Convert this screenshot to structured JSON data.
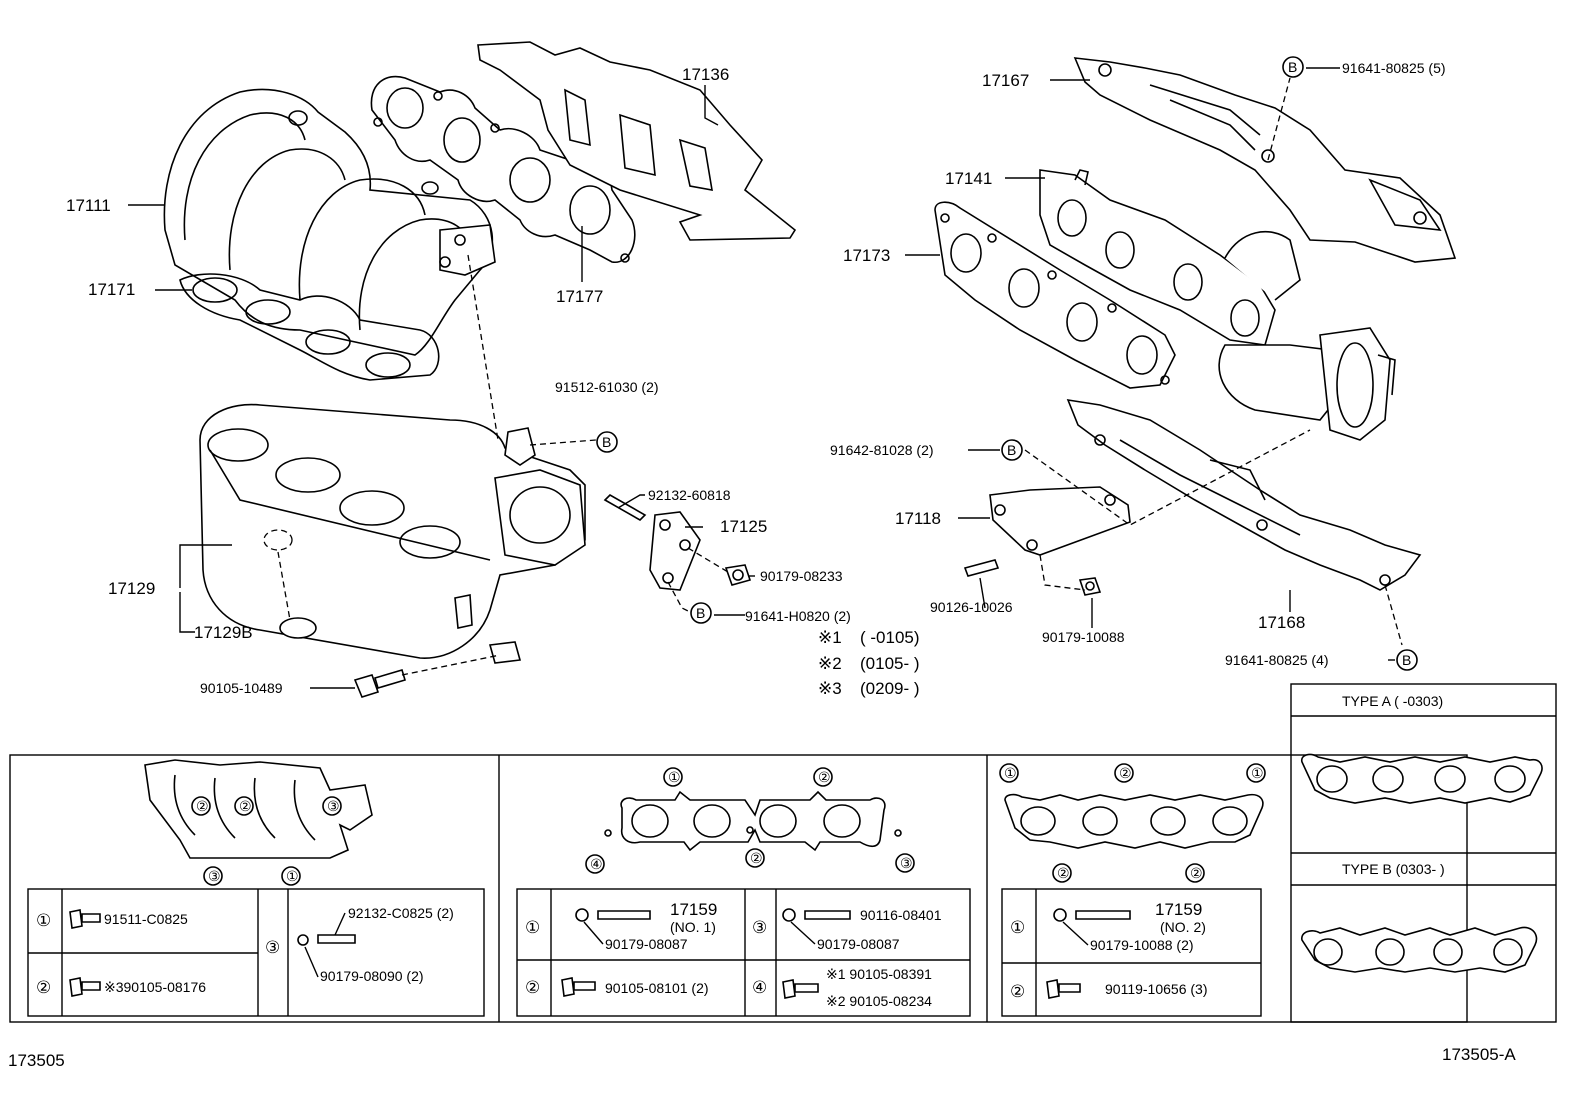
{
  "parts": {
    "p17111": "17111",
    "p17171": "17171",
    "p17136": "17136",
    "p17177": "17177",
    "p17167": "17167",
    "p17141": "17141",
    "p17173": "17173",
    "p17129": "17129",
    "p17129B": "17129B",
    "p17125": "17125",
    "p17118": "17118",
    "p17168": "17168",
    "b91512": "91512-61030 (2)",
    "b92132": "92132-60818",
    "b90179_08233": "90179-08233",
    "b91641_H0820": "91641-H0820 (2)",
    "b91642": "91642-81028 (2)",
    "b90126": "90126-10026",
    "b90179_10088": "90179-10088",
    "b91641_80825_5": "91641-80825 (5)",
    "b91641_80825_4": "91641-80825 (4)",
    "b90105_10489": "90105-10489"
  },
  "marker_letter": "B",
  "notes": [
    {
      "mark": "※1",
      "range": "(        -0105)"
    },
    {
      "mark": "※2",
      "range": "(0105-        )"
    },
    {
      "mark": "※3",
      "range": "(0209-        )"
    }
  ],
  "circled": [
    "①",
    "②",
    "③",
    "④"
  ],
  "panel1": {
    "r1_part": "91511-C0825",
    "r2_part": "※390105-08176",
    "r3_part_a": "92132-C0825 (2)",
    "r3_part_b": "90179-08090 (2)"
  },
  "panel2": {
    "r1_a": "17159",
    "r1_a2": "(NO. 1)",
    "r1_b": "90179-08087",
    "r3_a": "90116-08401",
    "r3_b": "90179-08087",
    "r2_a": "90105-08101 (2)",
    "r4_a": "※1 90105-08391",
    "r4_b": "※2 90105-08234"
  },
  "panel3": {
    "r1_a": "17159",
    "r1_a2": "(NO. 2)",
    "r1_b": "90179-10088 (2)",
    "r2_a": "90119-10656 (3)"
  },
  "types": {
    "type_a": "TYPE A (        -0303)",
    "type_b": "TYPE B (0303-        )"
  },
  "footer": {
    "left_code": "173505",
    "right_code": "173505-A"
  }
}
